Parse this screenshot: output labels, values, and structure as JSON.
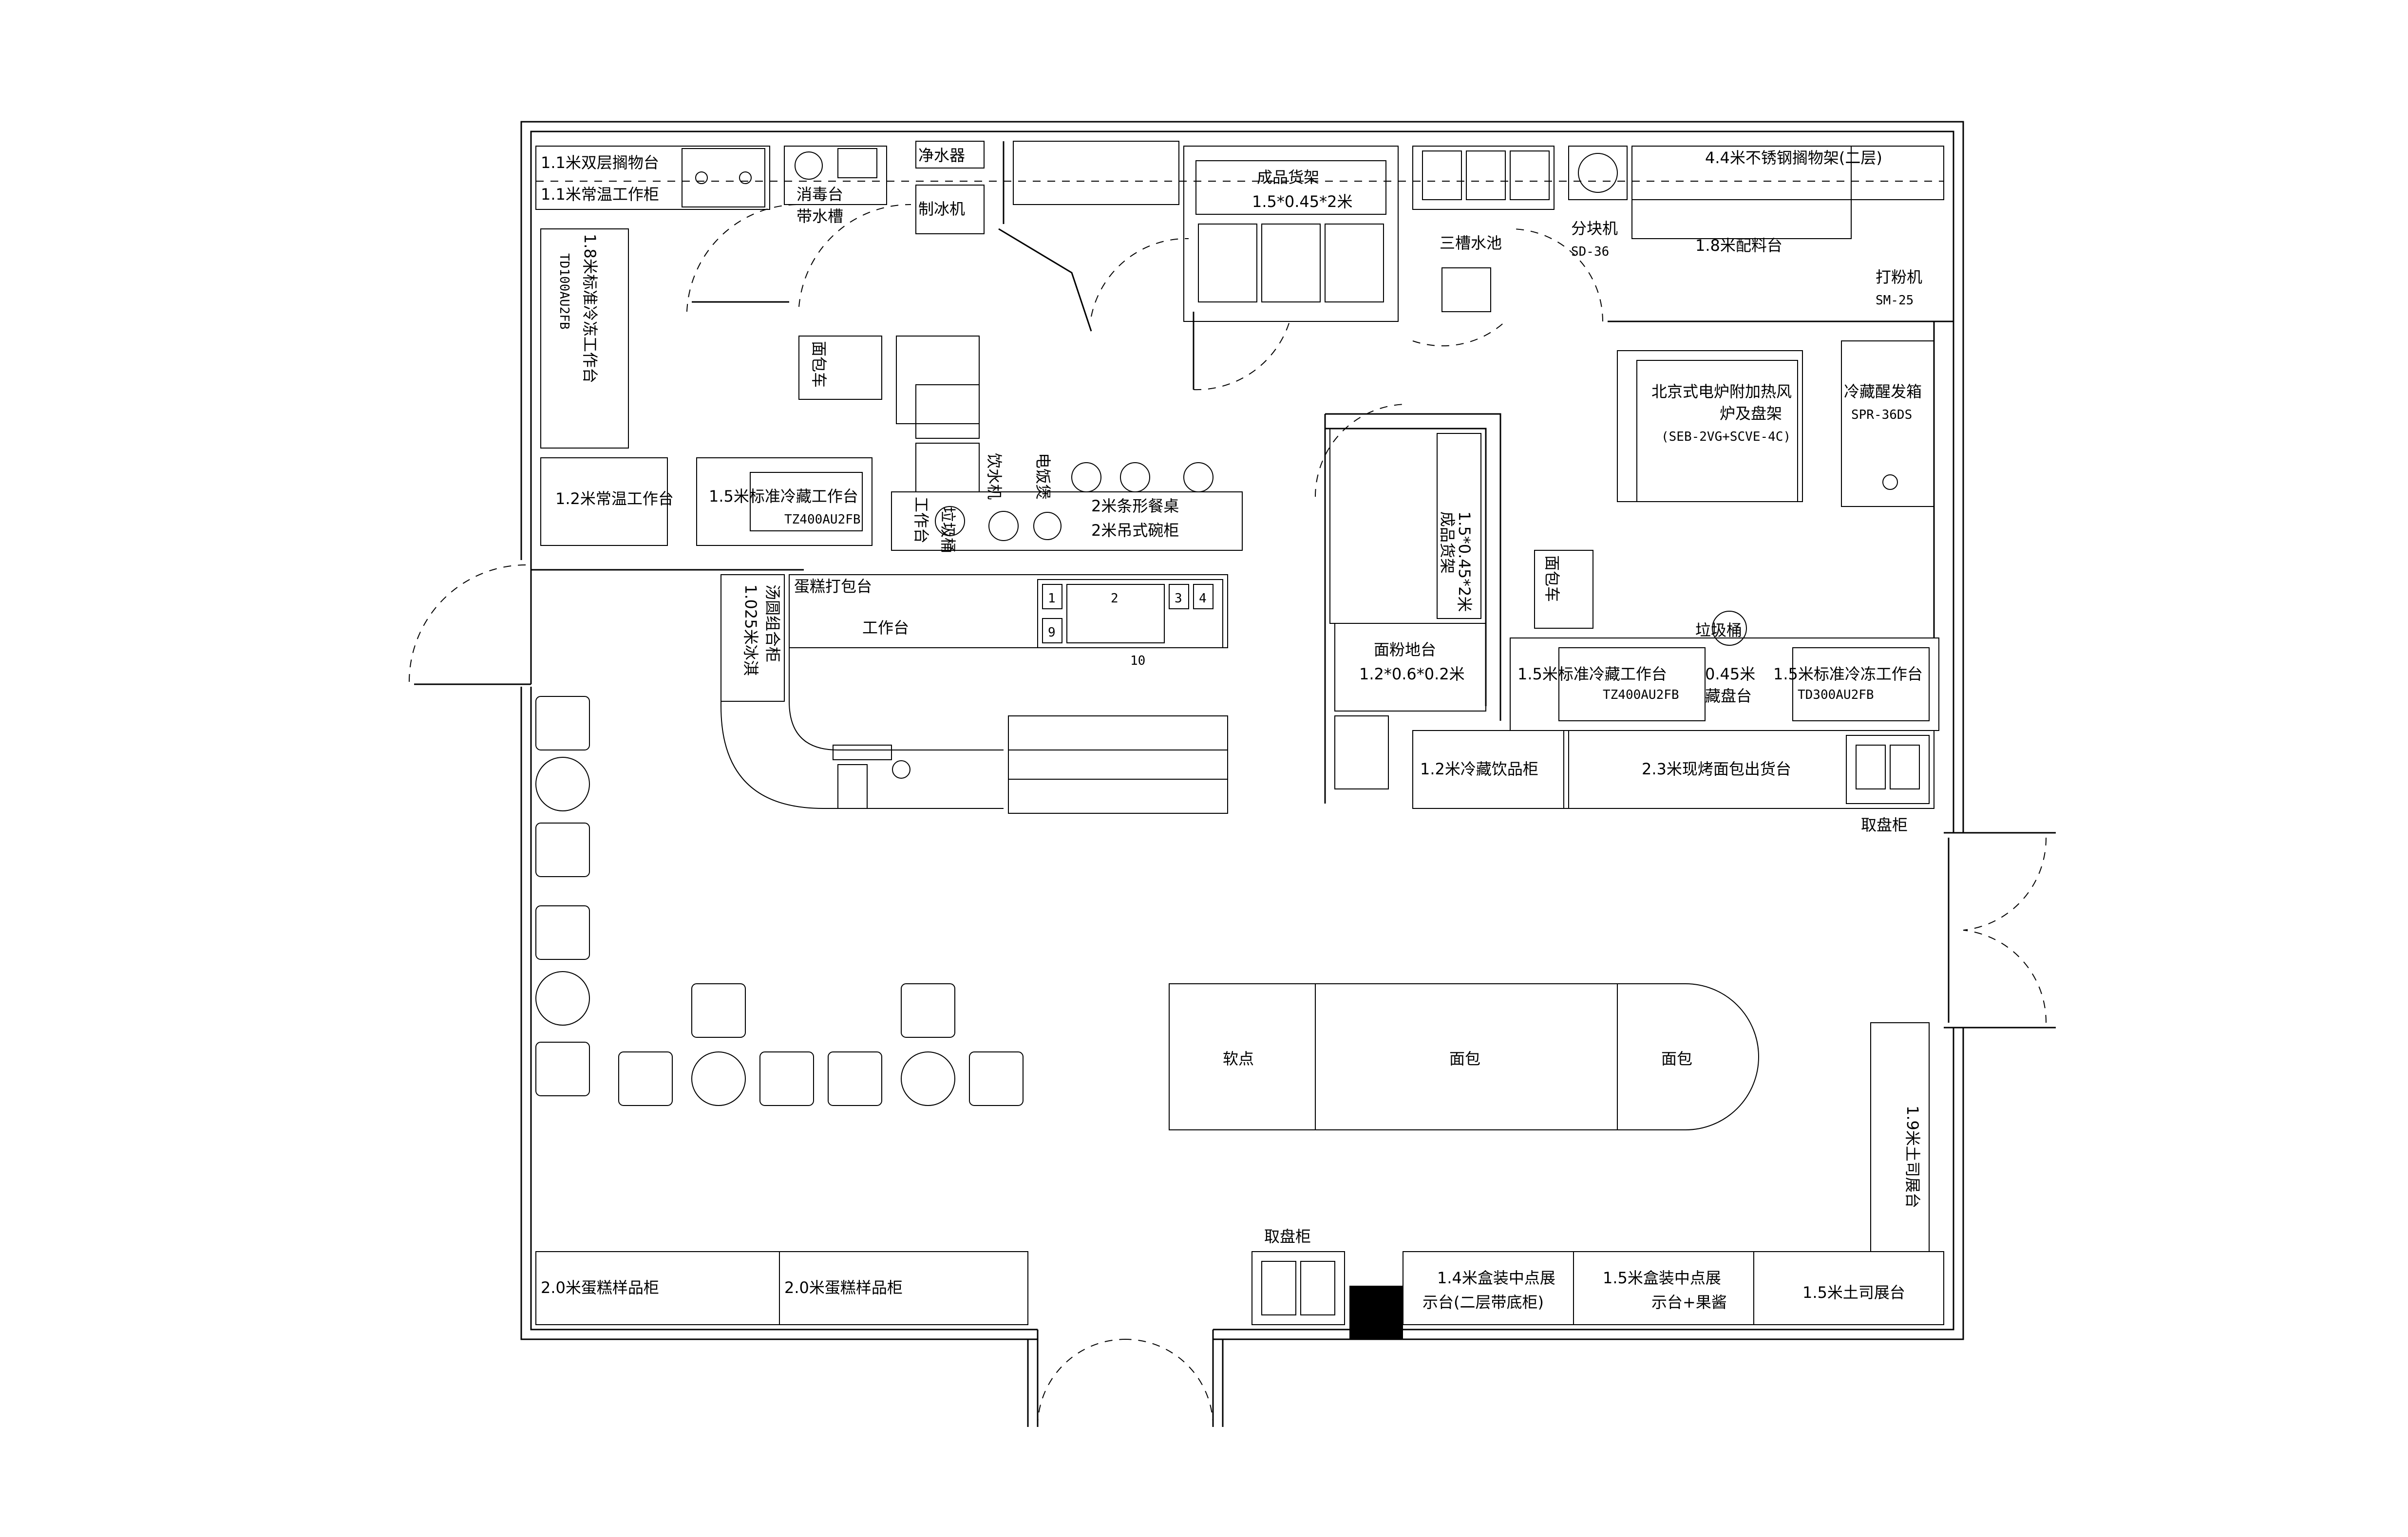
{
  "labels": {
    "l01": "1.1米双层搁物台",
    "l02": "1.1米常温工作柜",
    "l03": "消毒台",
    "l04": "带水槽",
    "l05": "净水器",
    "l06": "制冰机",
    "l07": "成品货架",
    "l08": "1.5*0.45*2米",
    "l09": "三槽水池",
    "l10": "分块机",
    "l11": "SD-36",
    "l12": "4.4米不锈钢搁物架(二层)",
    "l13": "1.8米配料台",
    "l14": "打粉机",
    "l15": "SM-25",
    "l16": "1.8米标准冷冻工作台",
    "l17": "TD100AU2FB",
    "l18": "面包车",
    "l19": "北京式电炉附加热风",
    "l20": "炉及盘架",
    "l21": "(SEB-2VG+SCVE-4C)",
    "l22": "冷藏醒发箱",
    "l23": "SPR-36DS",
    "l24": "1.2米常温工作台",
    "l25": "1.5米标准冷藏工作台",
    "l26": "TZ400AU2FB",
    "l27": "工作台",
    "l28": "垃圾桶",
    "l29": "饮水机",
    "l30": "电饭煲",
    "l31": "2米条形餐桌",
    "l32": "2米吊式碗柜",
    "l33": "成品货架",
    "l34": "1.5*0.45*2米",
    "l35": "面包车",
    "l36": "1.025米冰淇",
    "l37": "汤圆组合柜",
    "l38": "蛋糕打包台",
    "l39": "工作台",
    "l40": "10",
    "l41": "面粉地台",
    "l42": "1.2*0.6*0.2米",
    "l43": "垃圾桶",
    "l44": "1.5米标准冷藏工作台",
    "l45": "TZ400AU2FB",
    "l46": "0.45米",
    "l47": "藏盘台",
    "l48": "1.5米标准冷冻工作台",
    "l49": "TD300AU2FB",
    "l50": "1.2米冷藏饮品柜",
    "l51": "2.3米现烤面包出货台",
    "l52": "取盘柜",
    "l53": "软点",
    "l54": "面包",
    "l55": "面包",
    "l56": "1.9米土司展台",
    "l57": "取盘柜",
    "l58": "2.0米蛋糕样品柜",
    "l59": "2.0米蛋糕样品柜",
    "l60": "1.4米盒装中点展",
    "l61": "示台(二层带底柜)",
    "l62": "1.5米盒装中点展",
    "l63": "示台+果酱",
    "l64": "1.5米土司展台"
  },
  "counter_numbers": [
    "1",
    "2",
    "3",
    "4",
    "9"
  ]
}
